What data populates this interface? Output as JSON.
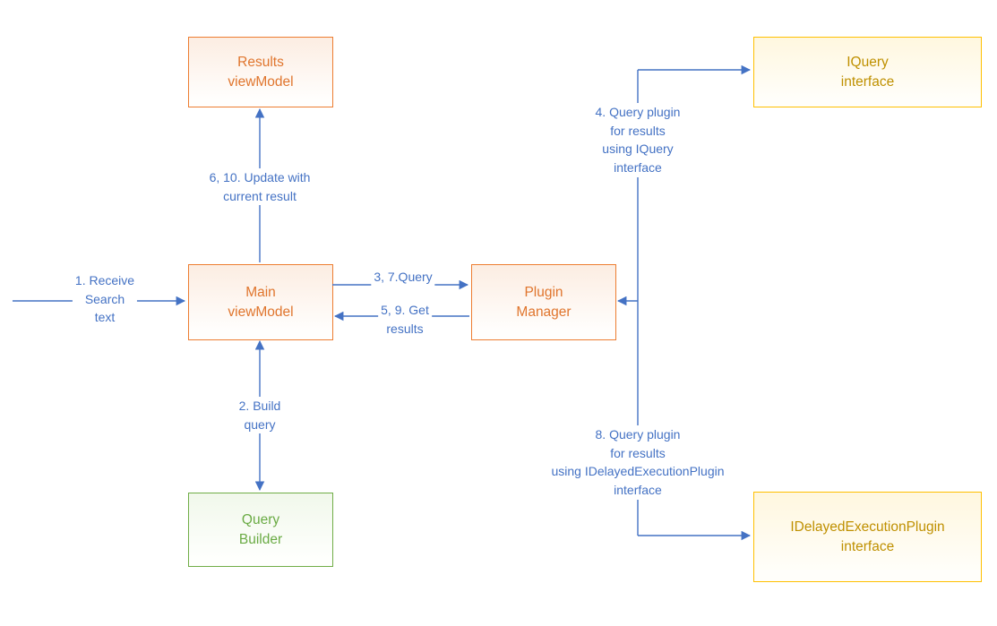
{
  "boxes": {
    "results_viewmodel": {
      "label": "Results\nviewModel"
    },
    "iquery_interface": {
      "label": "IQuery\ninterface"
    },
    "main_viewmodel": {
      "label": "Main\nviewModel"
    },
    "plugin_manager": {
      "label": "Plugin\nManager"
    },
    "query_builder": {
      "label": "Query\nBuilder"
    },
    "idelayedexecutionplugin_interface": {
      "label": "IDelayedExecutionPlugin\ninterface"
    }
  },
  "labels": {
    "receive_search": "1. Receive\nSearch\ntext",
    "update_with_current_result": "6, 10. Update with\ncurrent result",
    "build_query": "2. Build\nquery",
    "query": "3, 7.Query",
    "get_results": "5, 9. Get\nresults",
    "query_plugin_iquery": "4. Query plugin\nfor results\nusing IQuery\ninterface",
    "query_plugin_idelayed": "8. Query plugin\nfor results\nusing IDelayedExecutionPlugin\ninterface"
  },
  "colors": {
    "orange_border": "#ED7D31",
    "orange_text": "#E0752D",
    "gold_border": "#FFC000",
    "gold_text": "#BF9000",
    "green_border": "#70AD47",
    "green_text": "#6AAB44",
    "connector": "#4472C4"
  }
}
